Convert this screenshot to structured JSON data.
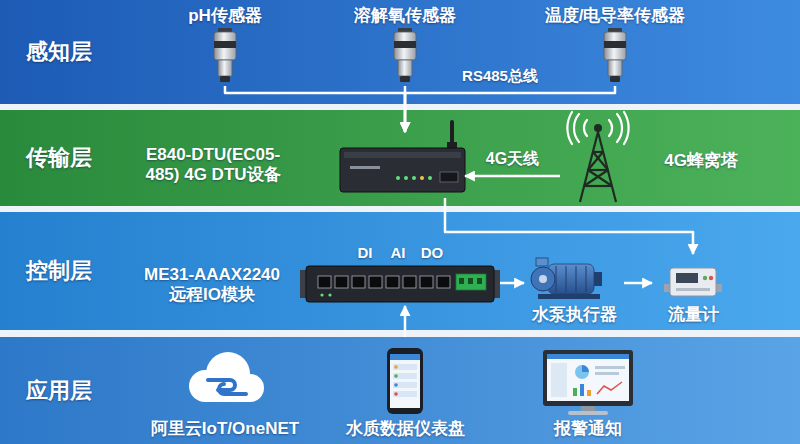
{
  "diagram": {
    "nodes": [
      {
        "text": [
          "感知层"
        ]
      },
      {
        "text": [
          "传输层"
        ]
      },
      {
        "text": [
          "控制层"
        ]
      },
      {
        "text": [
          "应用层"
        ]
      },
      {
        "text": [
          "pH传感器"
        ],
        "in": 0
      },
      {
        "text": [
          "溶解氧传感器"
        ],
        "in": 0
      },
      {
        "text": [
          "温度/电导率传感器"
        ],
        "in": 0
      },
      {
        "text": [
          "E840-DTU(EC05-485) 4G DTU设备"
        ],
        "in": 1
      },
      {
        "text": [
          "4G蜂窝塔"
        ],
        "in": 1
      },
      {
        "text": [
          "ME31-AAAX2240 远程IO模块"
        ],
        "in": 2
      },
      {
        "text": [
          "水泵执行器"
        ],
        "in": 2
      },
      {
        "text": [
          "流量计"
        ],
        "in": 2
      },
      {
        "text": [
          "阿里云IoT/OneNET"
        ],
        "in": 3
      },
      {
        "text": [
          "水质数据仪表盘"
        ],
        "in": 3
      },
      {
        "text": [
          "报警通知"
        ],
        "in": 3
      }
    ],
    "edges": [
      {
        "from": 4,
        "to": 7,
        "arrow": "to"
      },
      {
        "from": 5,
        "to": 7,
        "arrow": "to"
      },
      {
        "from": 6,
        "to": 7,
        "arrow": "to"
      },
      {
        "from": 8,
        "to": 7,
        "label": "4G天线",
        "arrow": "to"
      },
      {
        "from": 7,
        "to": 11,
        "arrow": "to"
      },
      {
        "from": 9,
        "to": 10,
        "arrow": "to"
      },
      {
        "from": 10,
        "to": 11,
        "arrow": "to"
      },
      {
        "from": 3,
        "to": 9,
        "arrow": "to"
      }
    ],
    "labels": [
      "RS485总线",
      "DI",
      "AI",
      "DO"
    ]
  }
}
